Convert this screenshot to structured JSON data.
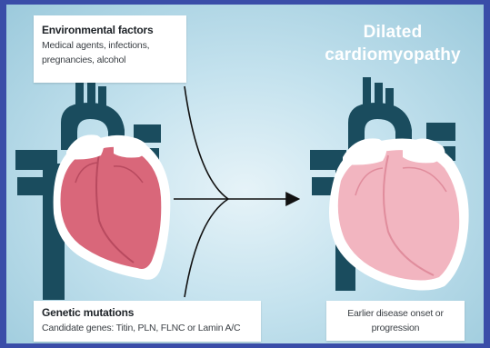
{
  "environmental": {
    "title": "Environmental factors",
    "body": "Medical agents, infections, pregnancies, alcohol"
  },
  "genetic": {
    "title": "Genetic mutations",
    "body": "Candidate genes: Titin, PLN, FLNC or Lamin A/C"
  },
  "outcome": {
    "title_line1": "Dilated",
    "title_line2": "cardiomyopathy",
    "body": "Earlier disease onset or progression"
  },
  "colors": {
    "frame": "#3a4da8",
    "vessel": "#1a4c5e",
    "normal_myocardium": "#d9677a",
    "dilated_myocardium": "#f2b5c0"
  }
}
